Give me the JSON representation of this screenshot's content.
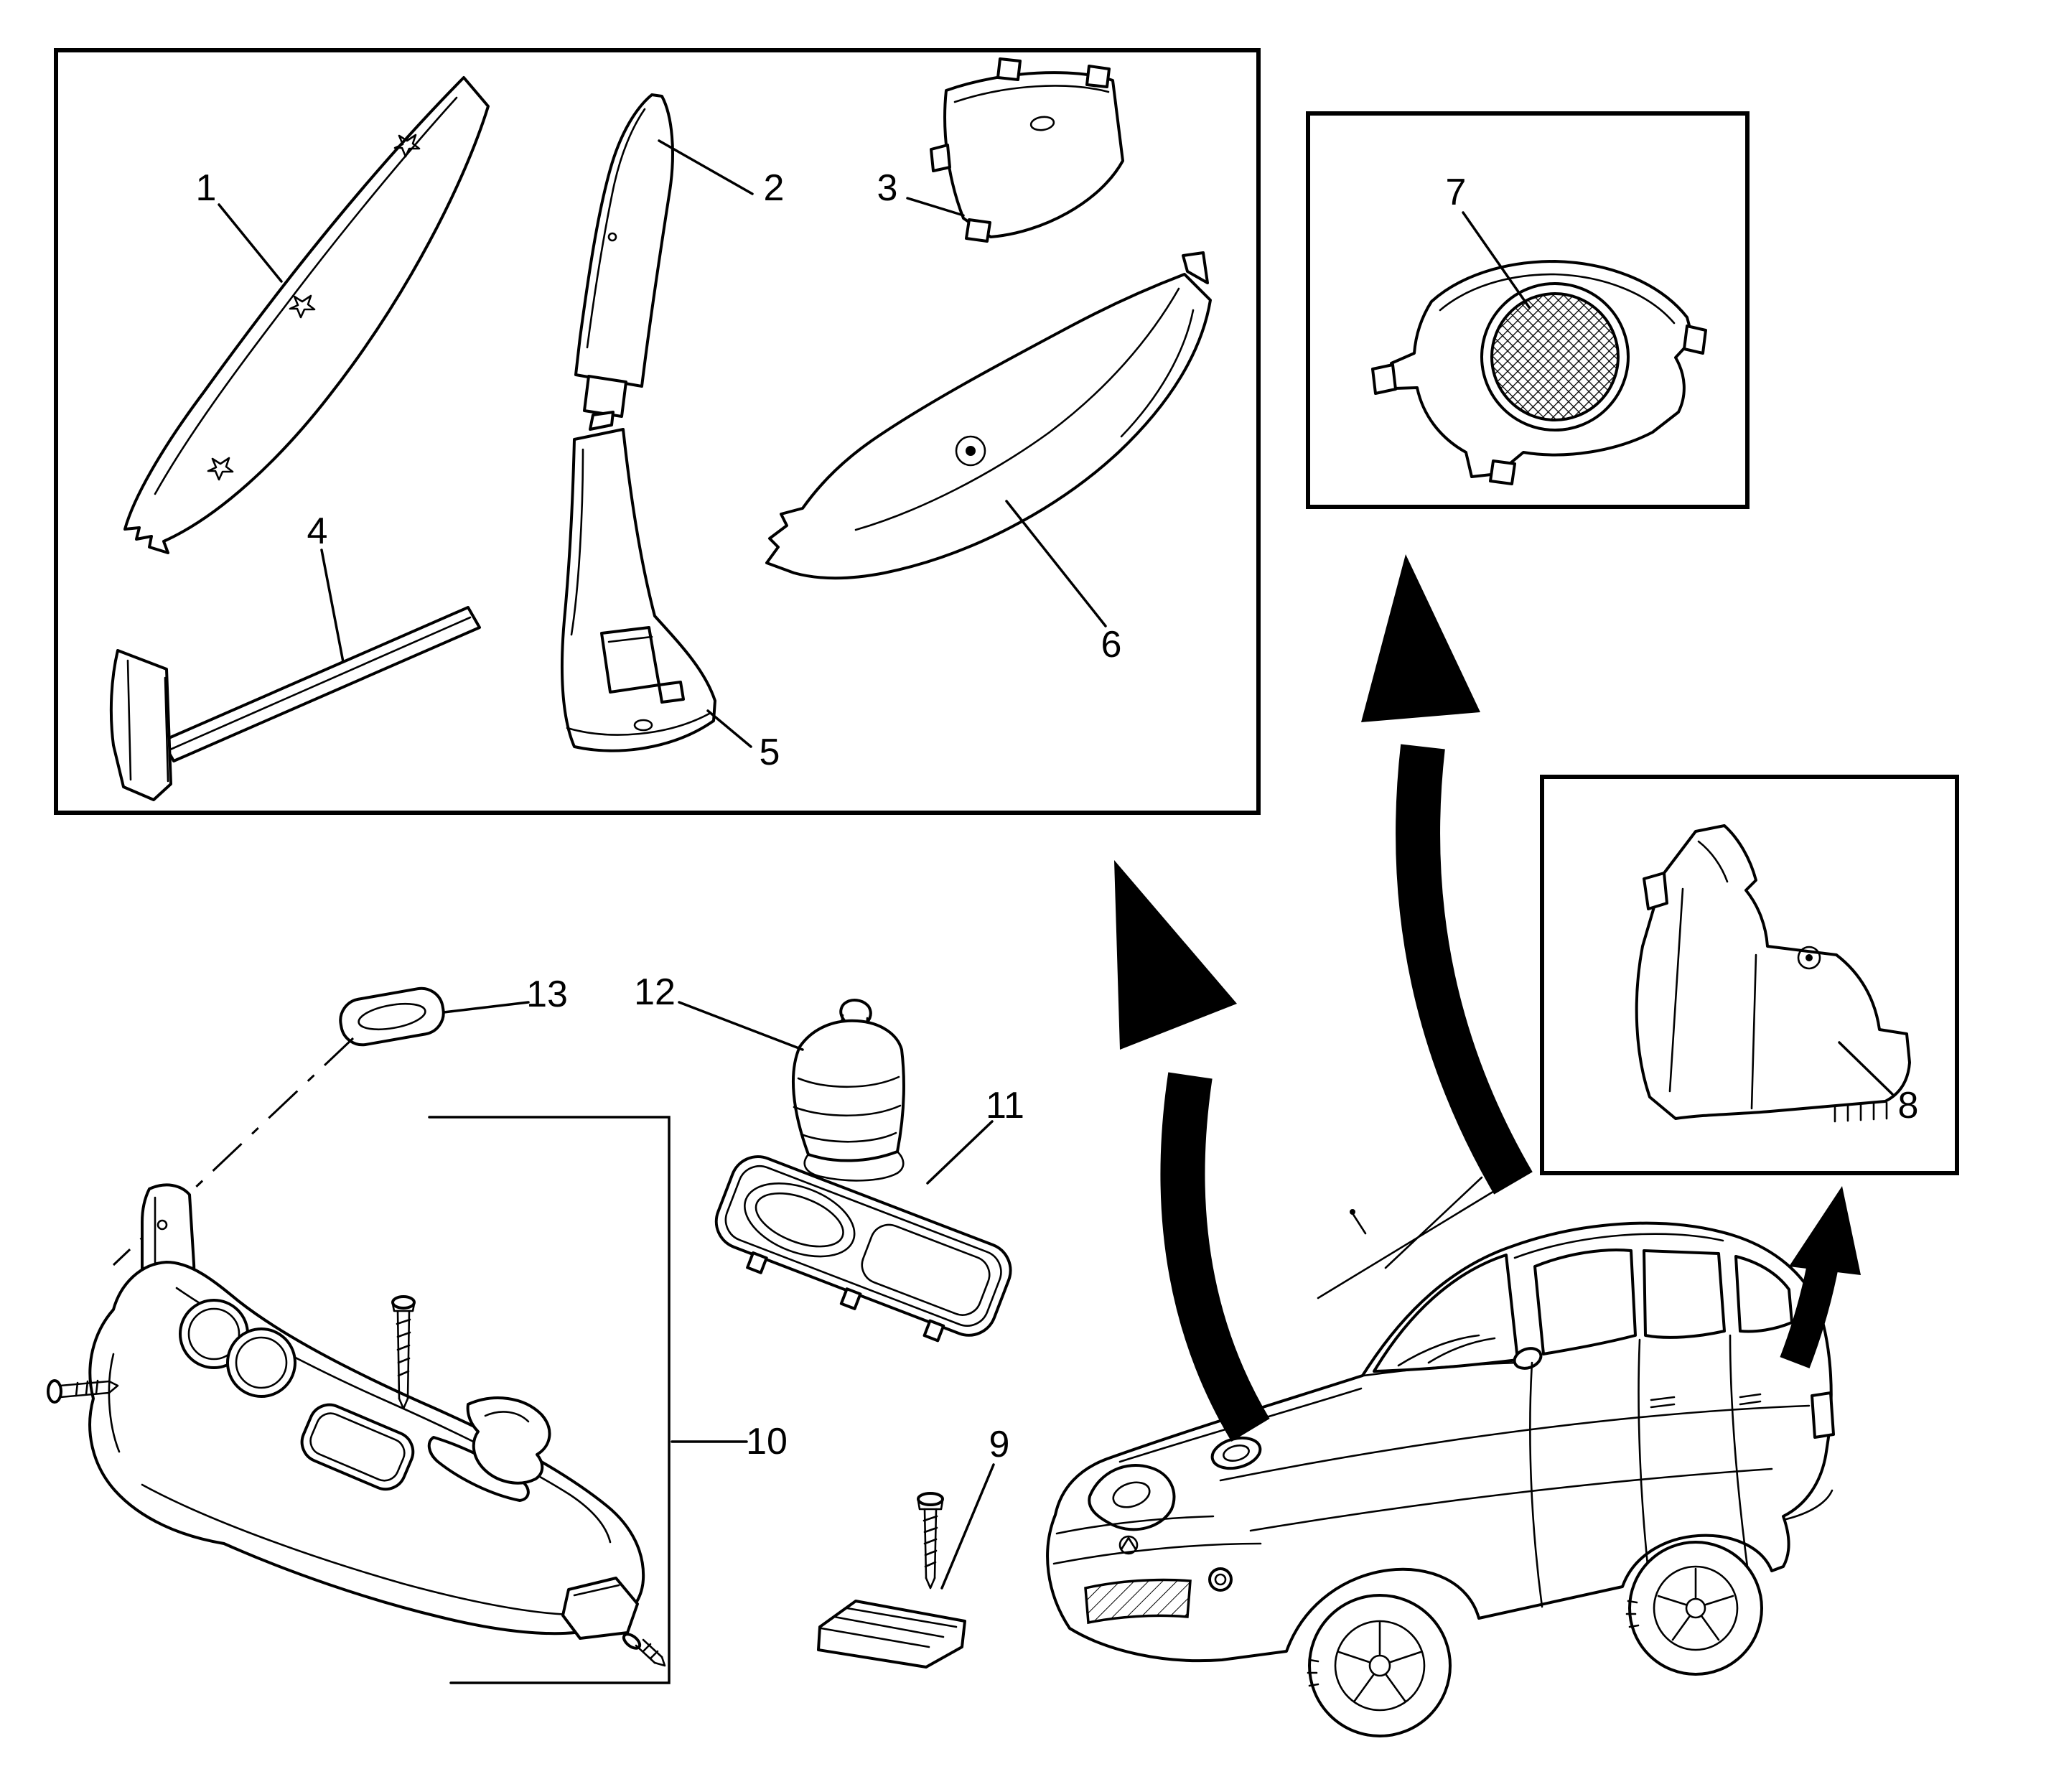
{
  "diagram": {
    "colors": {
      "line": "#000000",
      "background": "#ffffff"
    },
    "callouts": {
      "c1": "1",
      "c2": "2",
      "c3": "3",
      "c4": "4",
      "c5": "5",
      "c6": "6",
      "c7": "7",
      "c8": "8",
      "c9": "9",
      "c10": "10",
      "c11": "11",
      "c12": "12",
      "c13": "13"
    }
  }
}
